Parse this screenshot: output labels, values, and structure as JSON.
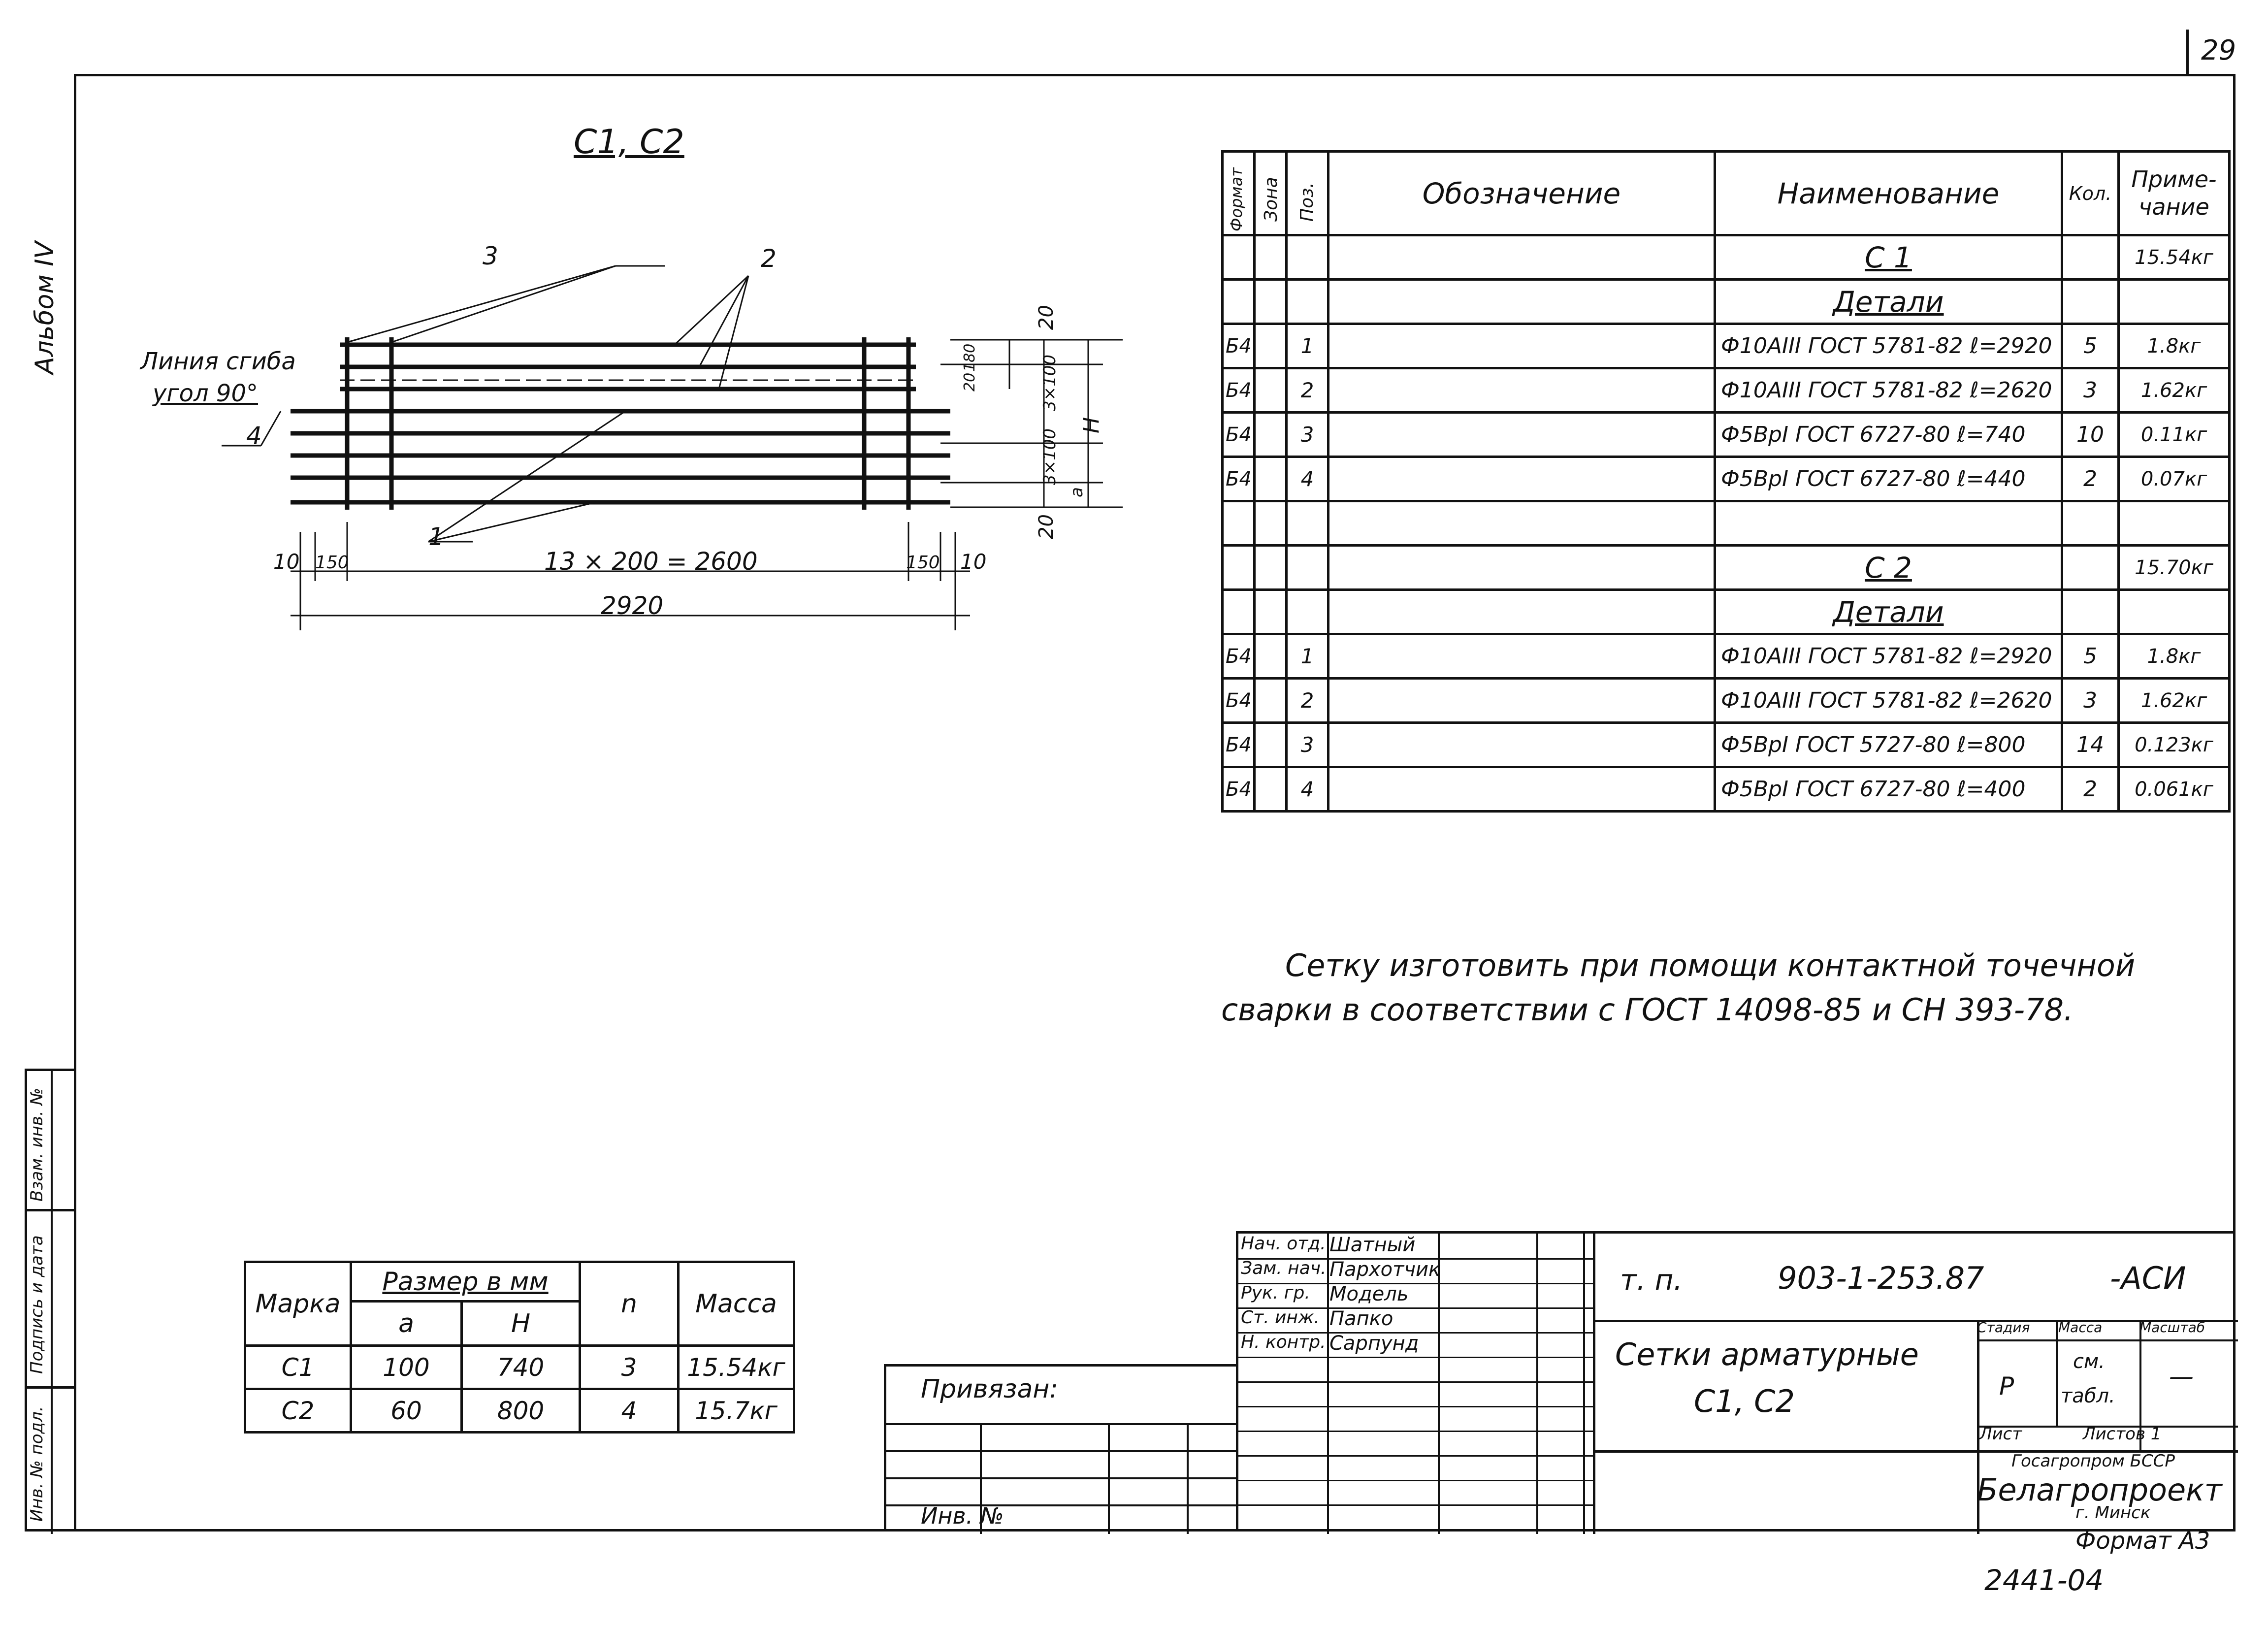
{
  "sheet_number": "29",
  "album_label": "Альбом IV",
  "drawing": {
    "title": "С1, С2",
    "bend_line_1": "Линия сгиба",
    "bend_line_2": "угол 90°",
    "callouts": [
      "1",
      "2",
      "3",
      "4"
    ],
    "dim_spacing": "13 × 200 = 2600",
    "dim_total": "2920",
    "dim_10_left": "10",
    "dim_150_left": "150",
    "dim_150_right": "150",
    "dim_10_right": "10",
    "dim_20_top": "20",
    "dim_20_bottom": "20",
    "dim_3x100_a": "3×100",
    "dim_3x100_b": "3×100",
    "dim_H": "Н",
    "dim_a1": "180",
    "dim_a2": "20",
    "dim_a3": "а"
  },
  "spec_table": {
    "headers": {
      "format": "Формат",
      "zone": "Зона",
      "pos": "Поз.",
      "designation": "Обозначение",
      "name": "Наименование",
      "qty": "Кол.",
      "note": "Приме-чание"
    },
    "rows": [
      {
        "format": "",
        "pos": "",
        "name": "С 1",
        "qty": "",
        "note": "15.54кг"
      },
      {
        "format": "",
        "pos": "",
        "name": "Детали",
        "qty": "",
        "note": ""
      },
      {
        "format": "Б4",
        "pos": "1",
        "name": "Ф10АIII ГОСТ 5781-82  ℓ=2920",
        "qty": "5",
        "note": "1.8кг"
      },
      {
        "format": "Б4",
        "pos": "2",
        "name": "Ф10АIII ГОСТ 5781-82  ℓ=2620",
        "qty": "3",
        "note": "1.62кг"
      },
      {
        "format": "Б4",
        "pos": "3",
        "name": "Ф5ВрI ГОСТ 6727-80  ℓ=740",
        "qty": "10",
        "note": "0.11кг"
      },
      {
        "format": "Б4",
        "pos": "4",
        "name": "Ф5ВрI ГОСТ 6727-80  ℓ=440",
        "qty": "2",
        "note": "0.07кг"
      },
      {
        "format": "",
        "pos": "",
        "name": "",
        "qty": "",
        "note": ""
      },
      {
        "format": "",
        "pos": "",
        "name": "С 2",
        "qty": "",
        "note": "15.70кг"
      },
      {
        "format": "",
        "pos": "",
        "name": "Детали",
        "qty": "",
        "note": ""
      },
      {
        "format": "Б4",
        "pos": "1",
        "name": "Ф10АIII ГОСТ 5781-82  ℓ=2920",
        "qty": "5",
        "note": "1.8кг"
      },
      {
        "format": "Б4",
        "pos": "2",
        "name": "Ф10АIII ГОСТ 5781-82  ℓ=2620",
        "qty": "3",
        "note": "1.62кг"
      },
      {
        "format": "Б4",
        "pos": "3",
        "name": "Ф5ВрI ГОСТ 5727-80  ℓ=800",
        "qty": "14",
        "note": "0.123кг"
      },
      {
        "format": "Б4",
        "pos": "4",
        "name": "Ф5ВрI ГОСТ 6727-80  ℓ=400",
        "qty": "2",
        "note": "0.061кг"
      }
    ]
  },
  "note_text": {
    "line1": "Сетку изготовить при помощи контактной точечной",
    "line2": "сварки в соответствии с ГОСТ 14098-85 и СН 393-78."
  },
  "dims_table": {
    "mark": "Марка",
    "size": "Размер в мм",
    "a": "а",
    "H": "Н",
    "n": "n",
    "mass": "Масса",
    "rows": [
      {
        "mark": "С1",
        "a": "100",
        "H": "740",
        "n": "3",
        "mass": "15.54кг"
      },
      {
        "mark": "С2",
        "a": "60",
        "H": "800",
        "n": "4",
        "mass": "15.7кг"
      }
    ]
  },
  "side_stamp": {
    "inv_podl": "Инв. № подл.",
    "podpis": "Подпись и дата",
    "vzam": "Взам. инв. №"
  },
  "privyazan": {
    "label": "Привязан:",
    "inv": "Инв. №"
  },
  "title_block": {
    "roles": [
      {
        "role": "Нач. отд.",
        "name": "Шатный"
      },
      {
        "role": "Зам. нач.",
        "name": "Пархотчик"
      },
      {
        "role": "Рук. гр.",
        "name": "Модель"
      },
      {
        "role": "Ст. инж.",
        "name": "Папко"
      },
      {
        "role": "Н. контр.",
        "name": "Сарпунд"
      }
    ],
    "code_prefix": "т. п.",
    "code": "903-1-253.87",
    "code_suffix": "-АСИ",
    "doc_title_1": "Сетки арматурные",
    "doc_title_2": "С1, С2",
    "stage_h": "Стадия",
    "mass_h": "Масса",
    "scale_h": "Масштаб",
    "stage": "Р",
    "mass_1": "см.",
    "mass_2": "табл.",
    "scale": "—",
    "sheet_label": "Лист",
    "sheets_label": "Листов 1",
    "org_1": "Госагропром БССР",
    "org_2": "Белагропроект",
    "org_3": "г. Минск"
  },
  "format_label": "Формат А3",
  "archive_number": "2441-04"
}
